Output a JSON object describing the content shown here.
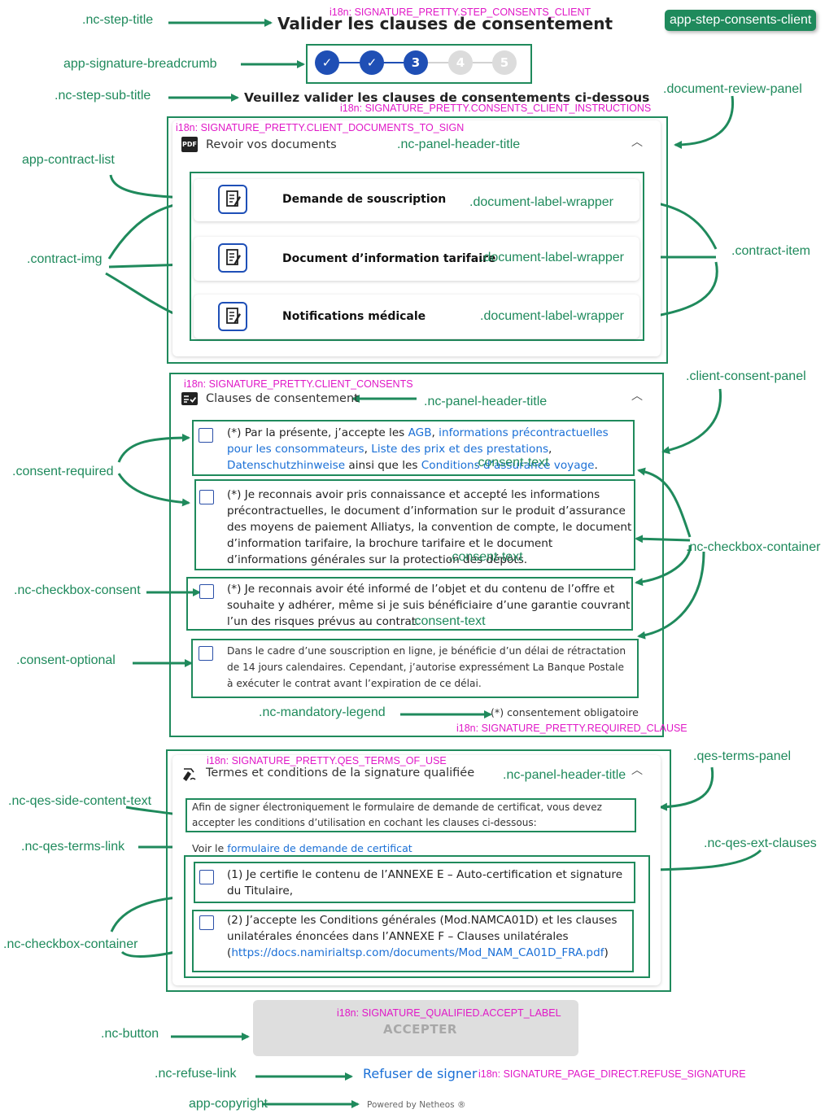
{
  "badge": "app-step-consents-client",
  "step_title": "Valider les clauses de consentement",
  "step_title_key": "i18n: SIGNATURE_PRETTY.STEP_CONSENTS_CLIENT",
  "breadcrumb": {
    "steps": [
      {
        "label": "✓",
        "state": "done"
      },
      {
        "label": "✓",
        "state": "done"
      },
      {
        "label": "3",
        "state": "current"
      },
      {
        "label": "4",
        "state": "todo"
      },
      {
        "label": "5",
        "state": "todo"
      }
    ]
  },
  "sub_title": "Veuillez valider les clauses de consentements ci-dessous",
  "sub_title_key": "i18n: SIGNATURE_PRETTY.CONSENTS_CLIENT_INSTRUCTIONS",
  "documents_panel": {
    "key": "i18n: SIGNATURE_PRETTY.CLIENT_DOCUMENTS_TO_SIGN",
    "title": "Revoir vos documents",
    "pdf_icon": "PDF",
    "items": [
      "Demande de souscription",
      "Document d’information tarifaire",
      "Notifications médicale"
    ]
  },
  "consent_panel": {
    "key": "i18n: SIGNATURE_PRETTY.CLIENT_CONSENTS",
    "title": "Clauses de consentement",
    "c1": {
      "t1": "(*) Par la présente, j’accepte les ",
      "l1": "AGB",
      "t2": ", ",
      "l2": "informations précontractuelles pour les consommateurs",
      "t3": ", ",
      "l3": "Liste des prix et des prestations",
      "t4": ", ",
      "l4": "Datenschutzhinweise",
      "t5": " ainsi que les ",
      "l5": "Conditions d’assurance voyage",
      "t6": "."
    },
    "c2": "(*) Je reconnais avoir pris connaissance et accepté les informations précontractuelles, le document d’information sur le produit d’assurance des moyens de paiement Alliatys, la convention de compte, le document d’information tarifaire, la brochure tarifaire et le document d’informations générales sur la protection des dépôts.",
    "c3": "(*) Je reconnais avoir été informé de l’objet et du contenu de l’offre et souhaite y adhérer, même si je suis bénéficiaire d’une garantie couvrant l’un des risques prévus au contrat.",
    "c4": "Dans le cadre d’une souscription en ligne, je bénéficie d’un délai de rétractation de 14 jours calendaires. Cependant, j’autorise expressément La Banque Postale à exécuter le contrat avant l’expiration de ce délai.",
    "legend": "(*) consentement obligatoire",
    "legend_key": "i18n: SIGNATURE_PRETTY.REQUIRED_CLAUSE"
  },
  "qes_panel": {
    "key": "i18n: SIGNATURE_PRETTY.QES_TERMS_OF_USE",
    "title": "Termes et conditions de la signature qualifiée",
    "side_text": "Afin de signer électroniquement le formulaire de demande de certificat, vous devez accepter les conditions d’utilisation en cochant les clauses ci-dessous:",
    "voir_prefix": "Voir le ",
    "voir_link": "formulaire de demande de certificat",
    "q1": "(1) Je certifie le contenu de l’ANNEXE E – Auto-certification et signature du Titulaire,",
    "q2_text": "(2) J’accepte les Conditions générales (Mod.NAMCA01D) et les clauses unilatérales énoncées dans l’ANNEXE F – Clauses unilatérales (",
    "q2_link": "https://docs.namirialtsp.com/documents/Mod_NAM_CA01D_FRA.pdf",
    "q2_end": ")"
  },
  "button": {
    "label": "ACCEPTER",
    "key": "i18n: SIGNATURE_QUALIFIED.ACCEPT_LABEL"
  },
  "refuse": {
    "label": "Refuser de signer",
    "key": "i18n: SIGNATURE_PAGE_DIRECT.REFUSE_SIGNATURE"
  },
  "copyright": "Powered by Netheos ®",
  "annotations": {
    "step_title": ".nc-step-title",
    "breadcrumb": "app-signature-breadcrumb",
    "sub_title": ".nc-step-sub-title",
    "doc_review_panel": ".document-review-panel",
    "panel_header_title": ".nc-panel-header-title",
    "contract_list": "app-contract-list",
    "label_wrapper": ".document-label-wrapper",
    "contract_img": ".contract-img",
    "contract_item": ".contract-item",
    "client_consent_panel": ".client-consent-panel",
    "consent_required": ".consent-required",
    "consent_text": ".consent-text",
    "checkbox_container": ".nc-checkbox-container",
    "checkbox_consent": ".nc-checkbox-consent",
    "consent_optional": ".consent-optional",
    "mandatory_legend": ".nc-mandatory-legend",
    "qes_terms_panel": ".qes-terms-panel",
    "qes_side_text": ".nc-qes-side-content-text",
    "qes_terms_link": ".nc-qes-terms-link",
    "qes_ext_clauses": ".nc-qes-ext-clauses",
    "button": ".nc-button",
    "refuse_link": ".nc-refuse-link",
    "copyright": "app-copyright"
  }
}
